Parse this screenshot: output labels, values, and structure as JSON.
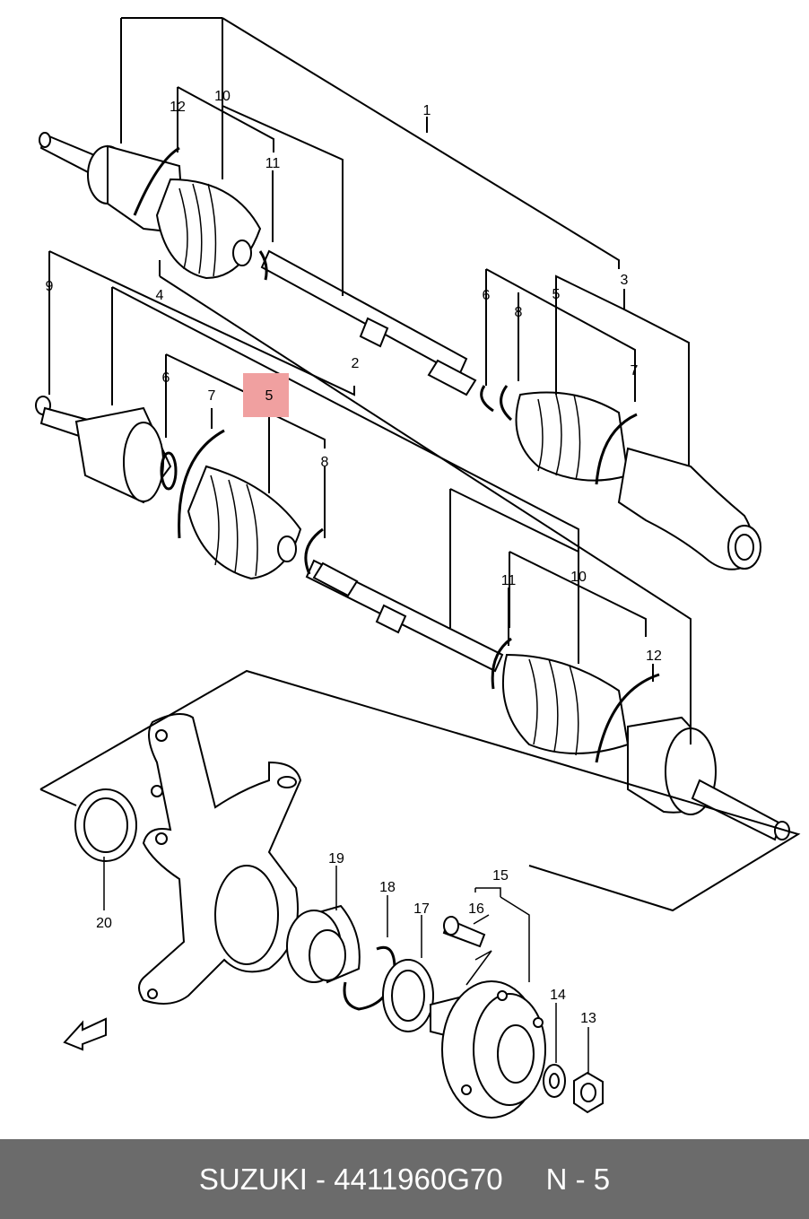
{
  "callouts": [
    "1",
    "2",
    "3",
    "4",
    "5",
    "6",
    "7",
    "8",
    "9",
    "10",
    "11",
    "12",
    "13",
    "14",
    "15",
    "16",
    "17",
    "18",
    "19",
    "20"
  ],
  "callout_dup": {
    "c5": "5",
    "c6": "6",
    "c7": "7",
    "c8": "8",
    "c10": "10",
    "c11": "11",
    "c12": "12"
  },
  "highlight": {
    "label": "5",
    "color": "#f0a0a0"
  },
  "footer": {
    "brand": "SUZUKI",
    "separator": "-",
    "part_number": "4411960G70",
    "position": "N - 5"
  },
  "colors": {
    "footer_bg": "#6b6b6b",
    "footer_text": "#ffffff"
  }
}
